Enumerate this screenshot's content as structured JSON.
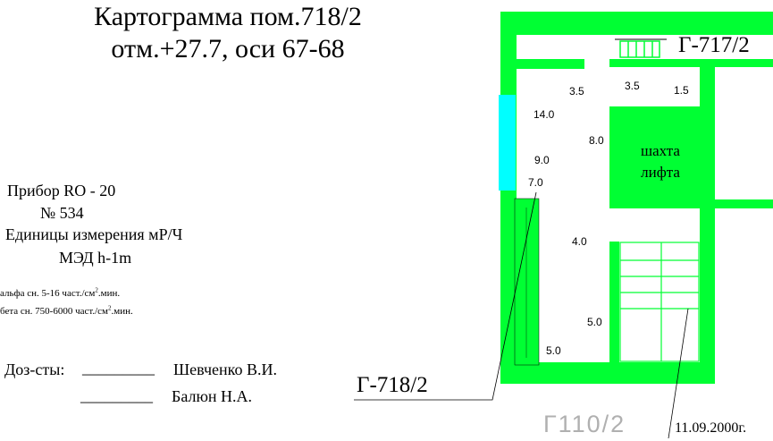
{
  "header": {
    "title_line1": "Картограмма пом.718/2",
    "title_line2": "отм.+27.7, оси 67-68"
  },
  "device": {
    "name": "Прибор RO - 20",
    "number": "№ 534",
    "units": "Единицы измерения мР/Ч",
    "med": "МЭД h-1m",
    "alpha": "альфа сн. 5-16 част./см.мин.",
    "beta": "бета сн. 750-6000 част./см.мин.",
    "superscript": "2"
  },
  "signatures": {
    "label": "Доз-сты:",
    "line": "_________",
    "person1": "Шевченко В.И.",
    "person2": "Балюн Н.А."
  },
  "plan": {
    "room_current": "Г-718/2",
    "room_adjacent": "Г-717/2",
    "shaft_line1": "шахта",
    "shaft_line2": "лифта",
    "stair_label": "Г110/2",
    "date": "11.09.2000г.",
    "colors": {
      "wall": "#00ff33",
      "window": "#00ffff",
      "stairs": "#00ff33"
    },
    "measurements": [
      {
        "id": "m1",
        "value": "3.5"
      },
      {
        "id": "m2",
        "value": "3.5"
      },
      {
        "id": "m3",
        "value": "1.5"
      },
      {
        "id": "m4",
        "value": "14.0"
      },
      {
        "id": "m5",
        "value": "8.0"
      },
      {
        "id": "m6",
        "value": "9.0"
      },
      {
        "id": "m7",
        "value": "7.0"
      },
      {
        "id": "m8",
        "value": "4.0"
      },
      {
        "id": "m9",
        "value": "5.0"
      },
      {
        "id": "m10",
        "value": "5.0"
      }
    ]
  }
}
